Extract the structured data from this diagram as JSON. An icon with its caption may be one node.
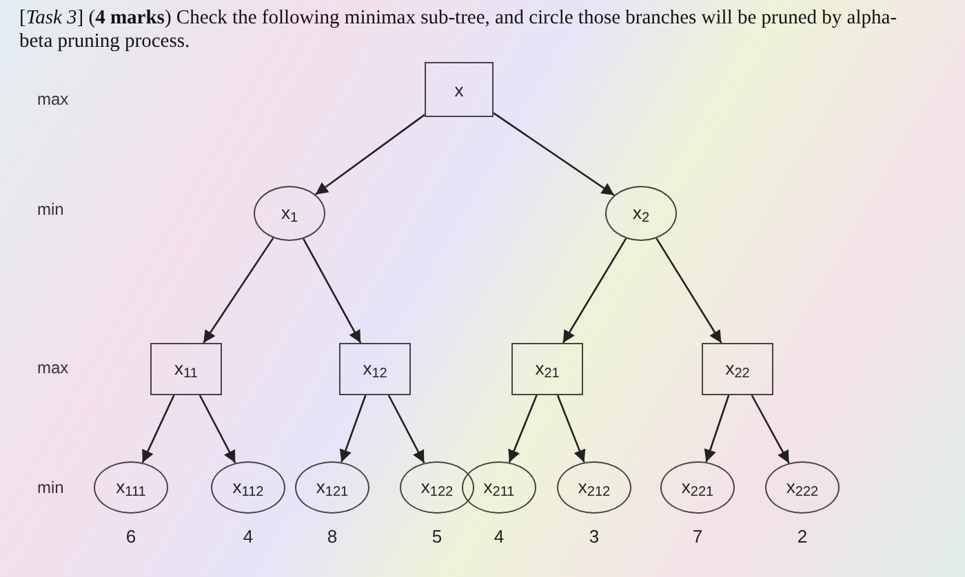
{
  "diagram": {
    "title": "[*Task 3*] (**4 marks**) Check the following minimax sub-tree, and circle those branches will be pruned by alpha-beta pruning process.",
    "nodes": [
      {
        "text": [
          "x"
        ]
      },
      {
        "text": [
          "x$_{1}$"
        ]
      },
      {
        "text": [
          "x$_{2}$"
        ]
      },
      {
        "text": [
          "x$_{11}$"
        ]
      },
      {
        "text": [
          "x$_{12}$"
        ]
      },
      {
        "text": [
          "x$_{21}$"
        ]
      },
      {
        "text": [
          "x$_{22}$"
        ]
      },
      {
        "text": [
          "x$_{111}$"
        ],
        "beside": [
          "6"
        ]
      },
      {
        "text": [
          "x$_{112}$"
        ],
        "beside": [
          "4"
        ]
      },
      {
        "text": [
          "x$_{121}$"
        ],
        "beside": [
          "8"
        ]
      },
      {
        "text": [
          "x$_{122}$"
        ],
        "beside": [
          "5"
        ]
      },
      {
        "text": [
          "x$_{211}$"
        ],
        "beside": [
          "4"
        ]
      },
      {
        "text": [
          "x$_{212}$"
        ],
        "beside": [
          "3"
        ]
      },
      {
        "text": [
          "x$_{221}$"
        ],
        "beside": [
          "7"
        ]
      },
      {
        "text": [
          "x$_{222}$"
        ],
        "beside": [
          "2"
        ]
      }
    ],
    "edges": [
      {
        "from": 0,
        "to": 1,
        "arrow": "to"
      },
      {
        "from": 0,
        "to": 2,
        "arrow": "to"
      },
      {
        "from": 1,
        "to": 3,
        "arrow": "to"
      },
      {
        "from": 1,
        "to": 4,
        "arrow": "to"
      },
      {
        "from": 2,
        "to": 5,
        "arrow": "to"
      },
      {
        "from": 2,
        "to": 6,
        "arrow": "to"
      },
      {
        "from": 3,
        "to": 7,
        "arrow": "to"
      },
      {
        "from": 3,
        "to": 8,
        "arrow": "to"
      },
      {
        "from": 4,
        "to": 9,
        "arrow": "to"
      },
      {
        "from": 4,
        "to": 10,
        "arrow": "to"
      },
      {
        "from": 5,
        "to": 11,
        "arrow": "to"
      },
      {
        "from": 5,
        "to": 12,
        "arrow": "to"
      },
      {
        "from": 6,
        "to": 13,
        "arrow": "to"
      },
      {
        "from": 6,
        "to": 14,
        "arrow": "to"
      }
    ],
    "labels": [
      "max",
      "min",
      "max",
      "min"
    ]
  }
}
